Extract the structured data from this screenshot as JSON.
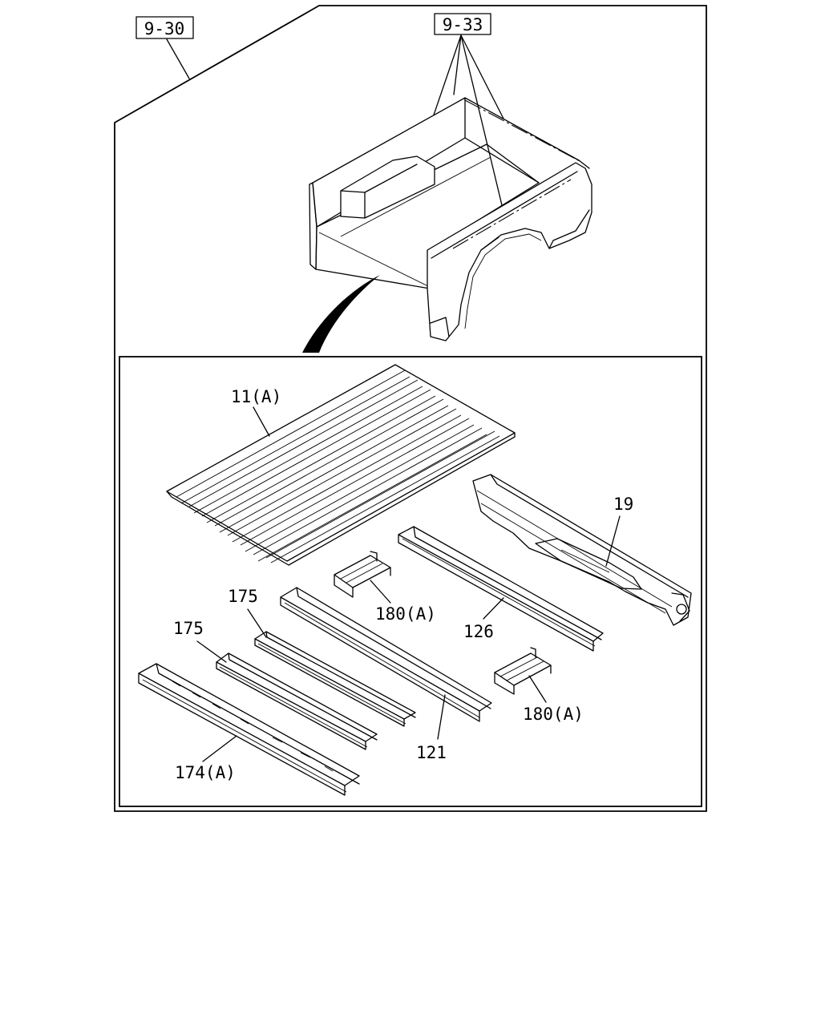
{
  "refs": {
    "top_left": "9-30",
    "top_center": "9-33"
  },
  "parts": {
    "floor_panel": "11(A)",
    "crossmember_rear": "19",
    "bracket_upper": "180(A)",
    "sill_126": "126",
    "sill_175_upper": "175",
    "sill_175_lower": "175",
    "sill_121": "121",
    "bracket_lower": "180(A)",
    "sill_174": "174(A)"
  }
}
